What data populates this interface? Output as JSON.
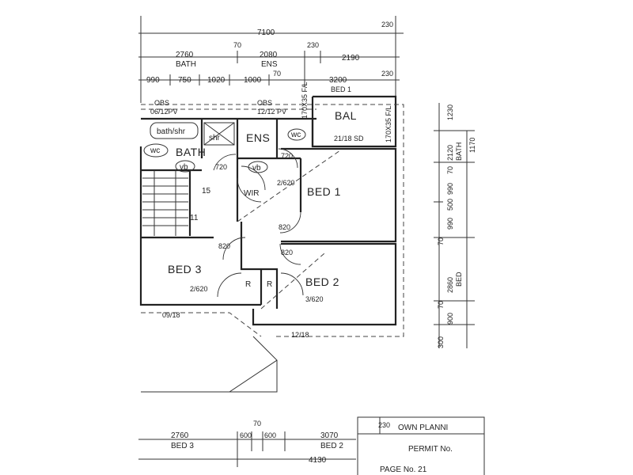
{
  "dims_top": {
    "total": "7100",
    "d_230a": "230",
    "d_70a": "70",
    "d_230b": "230",
    "bath": "2760",
    "bath_label": "BATH",
    "ens": "2080",
    "ens_label": "ENS",
    "d2190": "2190",
    "d990": "990",
    "d750": "750",
    "d1020": "1020",
    "d1000": "1000",
    "d_70b": "70",
    "d3200": "3200",
    "bed1_label": "BED 1",
    "d_230c": "230"
  },
  "dims_right": {
    "d1230": "1230",
    "d2120": "2120",
    "bath": "BATH",
    "d1170": "1170",
    "d70a": "70",
    "d990a": "990",
    "d500": "500",
    "d990b": "990",
    "d70b": "70",
    "d2860": "2860",
    "bed": "BED",
    "d70c": "70",
    "d900": "900",
    "d300": "300"
  },
  "dims_bottom": {
    "d70": "70",
    "d230": "230",
    "d2760": "2760",
    "d600a": "600",
    "d600b": "600",
    "d3070": "3070",
    "bed3": "BED 3",
    "bed2": "BED 2",
    "d4130": "4130"
  },
  "rooms": {
    "bath": "BATH",
    "ens": "ENS",
    "bal": "BAL",
    "bed1": "BED 1",
    "bed2": "BED 2",
    "bed3": "BED 3",
    "wir": "WIR",
    "r1": "R",
    "r2": "R"
  },
  "fixtures": {
    "bath_shr": "bath/shr",
    "shr": "shr",
    "wc1": "wc",
    "wc2": "wc",
    "vb1": "vb",
    "vb2": "vb",
    "n15": "15",
    "n11": "11"
  },
  "annotations": {
    "obs1": "OBS",
    "obs1_pv": "06/12PV",
    "obs2": "OBS",
    "obs2_pv": "12/12 PV",
    "w170_1": "170X35 F/L",
    "w170_2": "170X35 F/L",
    "sd": "21/18 SD",
    "d720a": "720",
    "d720b": "720",
    "d2620a": "2/620",
    "d820a": "820",
    "d820b": "820",
    "d820c": "820",
    "d2620b": "2/620",
    "d3620": "3/620",
    "w0918": "09/18",
    "w1218": "12/18"
  },
  "stamp": {
    "line1": "OWN PLANNI",
    "line2": "PERMIT No.",
    "line3": "PAGE No. 21"
  }
}
